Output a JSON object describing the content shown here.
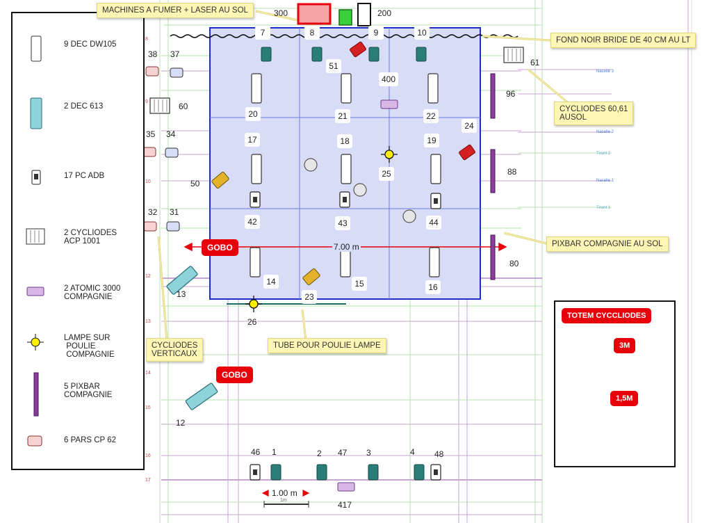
{
  "legend": {
    "items": [
      {
        "icon": "dec-dw105-icon",
        "label": "9 DEC DW105"
      },
      {
        "icon": "dec-613-icon",
        "label": "2 DEC 613"
      },
      {
        "icon": "pc-adb-icon",
        "label": "17 PC ADB"
      },
      {
        "icon": "cycliode-acp-icon",
        "label": "2 CYCLIODES\nACP 1001"
      },
      {
        "icon": "atomic-3000-icon",
        "label": "2 ATOMIC 3000\nCOMPAGNIE"
      },
      {
        "icon": "lamp-pulley-icon",
        "label": "LAMPE SUR\n POULIE\n COMPAGNIE"
      },
      {
        "icon": "pixbar-icon",
        "label": "5 PIXBAR\nCOMPAGNIE"
      },
      {
        "icon": "par-cp62-icon",
        "label": "6 PARS CP 62"
      }
    ]
  },
  "callouts": {
    "machines": "MACHINES A FUMER + LASER AU SOL",
    "fond_noir": "FOND NOIR BRIDE DE 40 CM AU LT",
    "cycliodes_ausol": "CYCLIODES 60,61\nAUSOL",
    "pixbar_sol": "PIXBAR COMPAGNIE AU SOL",
    "cycliodes_verticaux": "CYCLIODES\nVERTICAUX",
    "tube_poulie": "TUBE POUR POULIE LAMPE"
  },
  "badges": {
    "gobo_top": "GOBO",
    "gobo_bottom": "GOBO"
  },
  "dimensions": {
    "stage_width": "7.00 m",
    "scale_bar": "1.00 m",
    "scale_small": "1m"
  },
  "totem": {
    "title": "TOTEM CYCCLIODES",
    "height_top": "3M",
    "height_mid": "1,5M"
  },
  "rows": {
    "r8": "8",
    "r9": "9",
    "r10": "10",
    "r12": "12",
    "r13": "13",
    "r14": "14",
    "r15": "15",
    "r16": "16",
    "r17": "17"
  },
  "bars": {
    "b1": "Nacelle 3",
    "b2": "Nacelle 2",
    "b3": "Nacelle 1",
    "b4": "Tirant 2",
    "b5": "Tirant 1"
  },
  "labels": {
    "n300": "300",
    "n200": "200",
    "n7": "7",
    "n8": "8",
    "n9": "9",
    "n10": "10",
    "n38": "38",
    "n37": "37",
    "n51": "51",
    "n61": "61",
    "n400": "400",
    "n96": "96",
    "n60": "60",
    "n20": "20",
    "n21": "21",
    "n22": "22",
    "n24": "24",
    "n35": "35",
    "n34": "34",
    "n17": "17",
    "n18": "18",
    "n19": "19",
    "n25": "25",
    "n88": "88",
    "n50": "50",
    "n32": "32",
    "n31": "31",
    "n42": "42",
    "n43": "43",
    "n44": "44",
    "n80": "80",
    "n14": "14",
    "n15": "15",
    "n16": "16",
    "n13": "13",
    "n23": "23",
    "n26": "26",
    "n12": "12",
    "n46": "46",
    "n1": "1",
    "n2": "2",
    "n47": "47",
    "n3": "3",
    "n4": "4",
    "n48": "48",
    "n417": "417"
  },
  "colors": {
    "stage_fill": "#d9dcf7",
    "stage_border": "#1c2fc4",
    "grid_line": "#6c7ae0",
    "truss_purple": "#c9a4d6",
    "truss_green": "#b5e3b0",
    "accent_red": "#e8000b",
    "callout_bg": "#fdf6b4",
    "dec613": "#8fd3da",
    "pc_adb": "#2a7d78",
    "pixbar": "#8a3d9c"
  }
}
